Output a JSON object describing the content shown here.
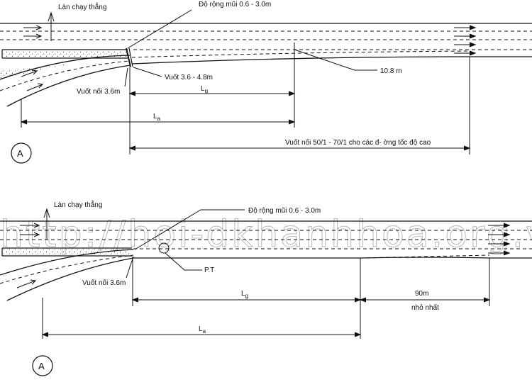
{
  "watermark": "http://hoi-dkhanhhoa.org.vn",
  "diagram_top": {
    "label_through_lanes": "Làn chạy thẳng",
    "label_nose_width": "Độ rộng mũi 0.6 - 3.0m",
    "label_taper_36_48": "Vuốt 3.6 - 4.8m",
    "label_taper_36": "Vuốt nối 3.6m",
    "label_108": "10.8 m",
    "label_lg": "L",
    "label_lg_sub": "g",
    "label_la": "L",
    "label_la_sub": "a",
    "label_taper_ratio": "Vuốt nối 50/1 - 70/1 cho các đ- ờng tốc độ cao",
    "circle_label": "A"
  },
  "diagram_bottom": {
    "label_through_lanes": "Làn chạy thẳng",
    "label_nose_width": "Độ rộng mũi 0.6 - 3.0m",
    "label_taper_36": "Vuốt nối 3.6m",
    "label_pt": "P.T",
    "label_lg": "L",
    "label_lg_sub": "g",
    "label_90m": "90m",
    "label_min": "nhỏ nhất",
    "label_la": "L",
    "label_la_sub": "a",
    "circle_label": "A"
  }
}
